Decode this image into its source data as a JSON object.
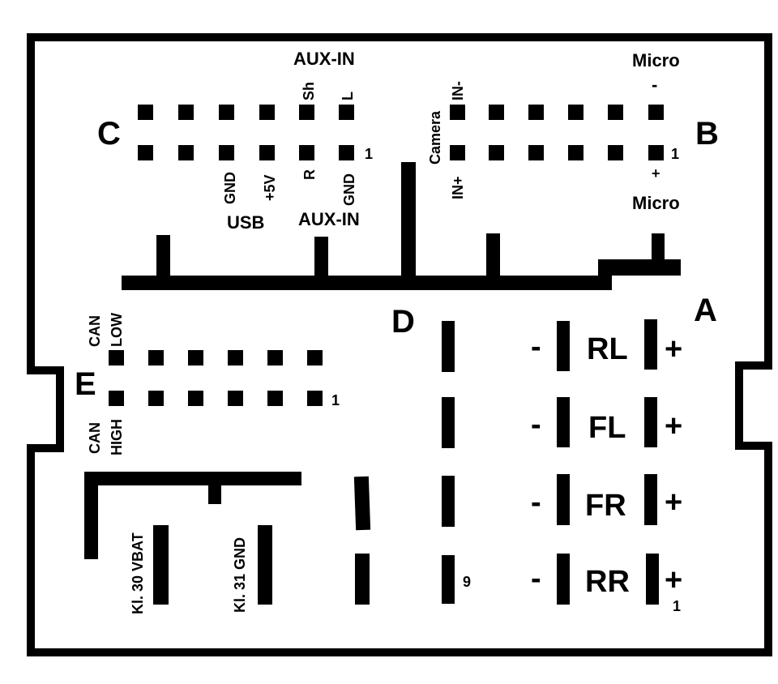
{
  "colors": {
    "ink": "#000000",
    "paper": "#ffffff"
  },
  "sections": {
    "a": "A",
    "b": "B",
    "c": "C",
    "d": "D",
    "e": "E"
  },
  "block_c": {
    "aux_in_top": "AUX-IN",
    "sh": "Sh",
    "l": "L",
    "gnd_1": "GND",
    "plus5v": "+5V",
    "r": "R",
    "gnd_2": "GND",
    "usb": "USB",
    "aux_in_bottom": "AUX-IN",
    "pin_one": "1"
  },
  "block_b": {
    "camera": "Camera",
    "in_minus": "IN-",
    "in_plus": "IN+",
    "micro_top": "Micro",
    "micro_minus": "-",
    "micro_plus": "+",
    "micro_bottom": "Micro",
    "pin_one": "1"
  },
  "block_e": {
    "can_low_1": "CAN",
    "can_low_2": "LOW",
    "can_high_1": "CAN",
    "can_high_2": "HIGH",
    "pin_one": "1"
  },
  "block_a": {
    "channels": [
      {
        "name": "RL",
        "minus": "-",
        "plus": "+"
      },
      {
        "name": "FL",
        "minus": "-",
        "plus": "+"
      },
      {
        "name": "FR",
        "minus": "-",
        "plus": "+"
      },
      {
        "name": "RR",
        "minus": "-",
        "plus": "+"
      }
    ],
    "pin_one": "1",
    "pin_nine": "9"
  },
  "power": {
    "kl30": "Kl. 30 VBAT",
    "kl31": "Kl. 31 GND"
  }
}
